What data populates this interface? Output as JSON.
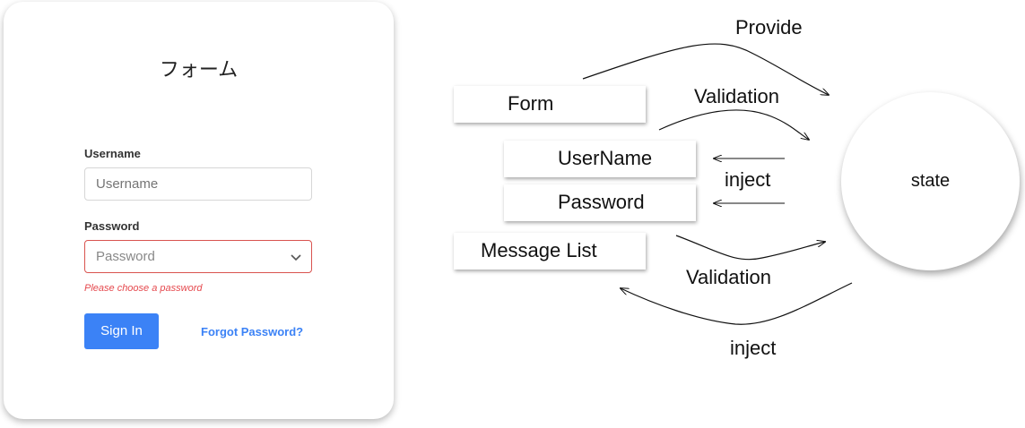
{
  "form": {
    "title": "フォーム",
    "username_label": "Username",
    "username_placeholder": "Username",
    "password_label": "Password",
    "password_placeholder": "Password",
    "password_error": "Please choose a password",
    "signin_label": "Sign In",
    "forgot_label": "Forgot Password?"
  },
  "diagram": {
    "boxes": {
      "form": "Form",
      "username": "UserName",
      "password": "Password",
      "message_list": "Message List"
    },
    "state": "state",
    "labels": {
      "provide": "Provide",
      "validation_top": "Validation",
      "inject_middle": "inject",
      "validation_bottom": "Validation",
      "inject_bottom": "inject"
    }
  },
  "colors": {
    "accent": "#3b82f6",
    "error": "#e5484d"
  }
}
